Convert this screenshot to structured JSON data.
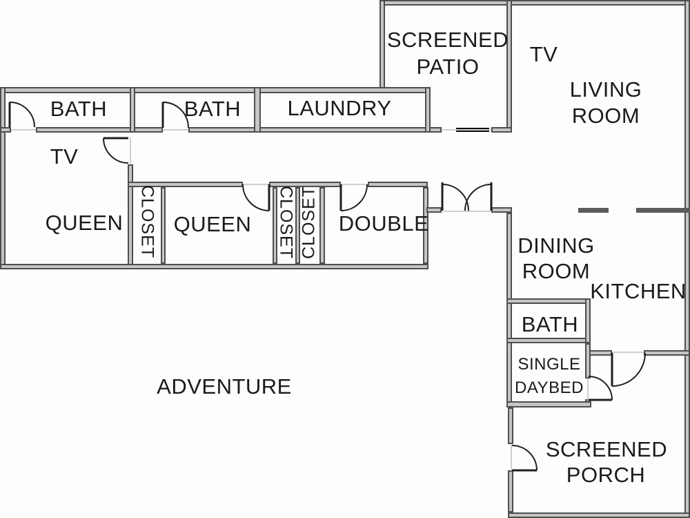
{
  "plan": {
    "title": "floor-plan",
    "colors": {
      "wall_fill": "#c6c6c6",
      "wall_edge": "#4e4e4e",
      "door_line": "#1f1f1f",
      "slider_door": "#0a0a0a",
      "text": "#1a1a1a",
      "background": "#fdfdfd"
    },
    "rooms": {
      "bath1": {
        "label": "BATH"
      },
      "bath2": {
        "label": "BATH"
      },
      "laundry": {
        "label": "LAUNDRY"
      },
      "tv_bedroom": {
        "label": "TV"
      },
      "queen1": {
        "label": "QUEEN"
      },
      "closet1": {
        "label": "CLOSET"
      },
      "queen2": {
        "label": "QUEEN"
      },
      "closet2": {
        "label": "CLOSET"
      },
      "closet3": {
        "label": "CLOSET"
      },
      "double": {
        "label": "DOUBLE"
      },
      "screened_patio": {
        "lines": [
          "SCREENED",
          "PATIO"
        ]
      },
      "tv_living": {
        "label": "TV"
      },
      "living_room": {
        "lines": [
          "LIVING",
          "ROOM"
        ]
      },
      "dining_room": {
        "lines": [
          "DINING",
          "ROOM"
        ]
      },
      "kitchen": {
        "label": "KITCHEN"
      },
      "bath3": {
        "label": "BATH"
      },
      "single_daybed": {
        "lines": [
          "SINGLE",
          "DAYBED"
        ]
      },
      "adventure": {
        "label": "ADVENTURE"
      },
      "screened_porch": {
        "lines": [
          "SCREENED",
          "PORCH"
        ]
      }
    }
  }
}
